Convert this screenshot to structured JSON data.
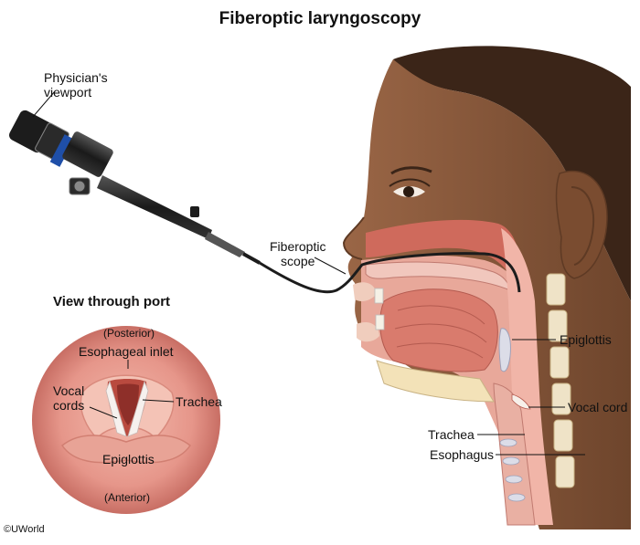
{
  "title": "Fiberoptic laryngoscopy",
  "labels": {
    "physician_viewport_line1": "Physician's",
    "physician_viewport_line2": "viewport",
    "fiberoptic_scope_line1": "Fiberoptic",
    "fiberoptic_scope_line2": "scope",
    "epiglottis_side": "Epiglottis",
    "vocal_cord": "Vocal cord",
    "trachea_side": "Trachea",
    "esophagus": "Esophagus"
  },
  "inset": {
    "heading": "View through port",
    "posterior": "(Posterior)",
    "esophageal_inlet": "Esophageal inlet",
    "vocal_cords_line1": "Vocal",
    "vocal_cords_line2": "cords",
    "trachea": "Trachea",
    "epiglottis": "Epiglottis",
    "anterior": "(Anterior)"
  },
  "credit": "©UWorld",
  "colors": {
    "skin": "#8a5a3c",
    "skin_dark": "#5e3a24",
    "hair": "#3b2518",
    "tissue_pink": "#e8a89a",
    "tissue_red": "#cf6a5c",
    "scope_black": "#1c1c1c",
    "cartilage": "#dcdde8"
  }
}
